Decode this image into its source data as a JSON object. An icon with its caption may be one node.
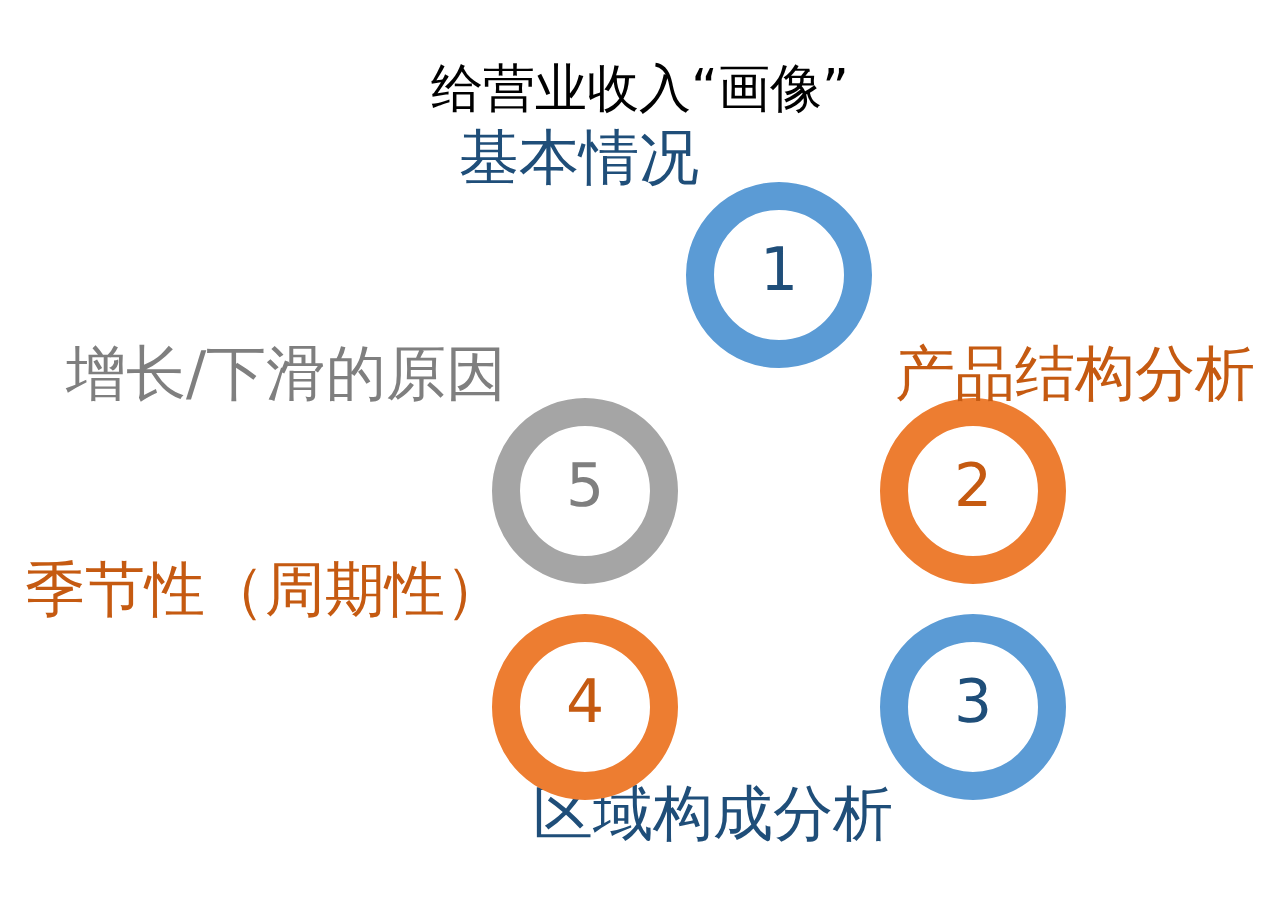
{
  "diagram": {
    "title": "给营业收入“画像”",
    "nodes": [
      {
        "text": [
          "1"
        ],
        "beside": [
          "基本情况"
        ]
      },
      {
        "text": [
          "2"
        ],
        "beside": [
          "产品结构分析"
        ]
      },
      {
        "text": [
          "3"
        ],
        "beside": [
          "区域构成分析"
        ]
      },
      {
        "text": [
          "4"
        ],
        "beside": [
          "季节性（周期性）"
        ]
      },
      {
        "text": [
          "5"
        ],
        "beside": [
          "增长/下滑的原因"
        ]
      }
    ],
    "edges": []
  }
}
